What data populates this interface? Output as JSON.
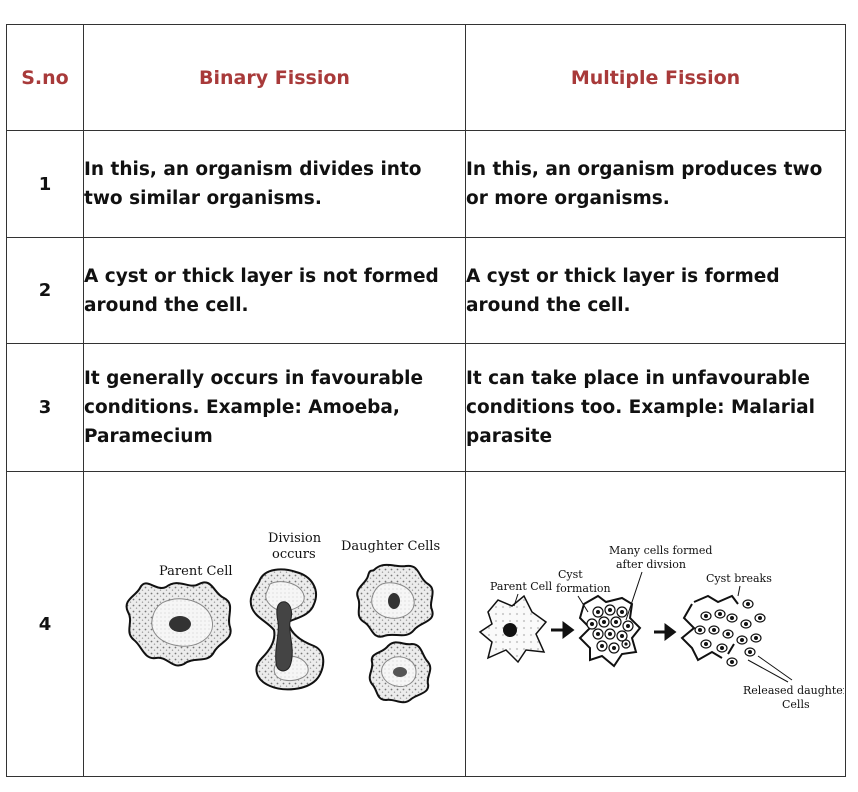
{
  "header": {
    "sno": "S.no",
    "binary": "Binary Fission",
    "multiple": "Multiple Fission"
  },
  "rows": [
    {
      "no": "1",
      "binary": "In this, an organism divides into two similar organisms.",
      "multiple": "In this, an organism produces two or more organisms."
    },
    {
      "no": "2",
      "binary": "A cyst or thick layer is not formed around the cell.",
      "multiple": "A cyst or thick layer is formed around the cell."
    },
    {
      "no": "3",
      "binary": "It generally occurs in favourable conditions. Example: Amoeba, Paramecium",
      "multiple": "It can take place in unfavourable conditions too. Example: Malarial parasite"
    },
    {
      "no": "4"
    }
  ],
  "binary_figure": {
    "parent": "Parent Cell",
    "division_1": "Division",
    "division_2": "occurs",
    "daughter": "Daughter Cells"
  },
  "multiple_figure": {
    "parent": "Parent Cell",
    "cyst_1": "Cyst",
    "cyst_2": "formation",
    "many_1": "Many cells formed",
    "many_2": "after divsion",
    "breaks": "Cyst breaks",
    "released_1": "Released daughter",
    "released_2": "Cells"
  }
}
